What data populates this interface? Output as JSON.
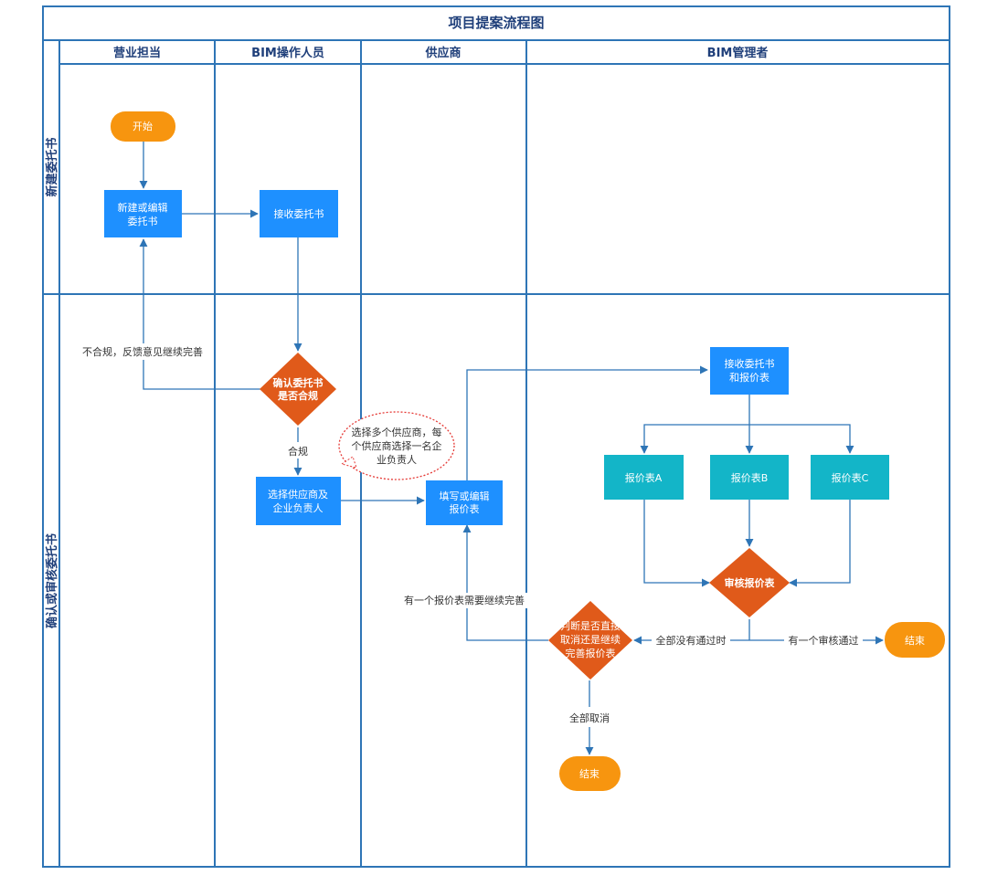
{
  "title": "项目提案流程图",
  "colors": {
    "border": "#2e75b6",
    "process": "#1e90ff",
    "report": "#13b5c8",
    "decision": "#e05a1a",
    "terminal": "#f7950f",
    "line": "#2e75b6"
  },
  "lanes": {
    "sales": "营业担当",
    "operator": "BIM操作人员",
    "supplier": "供应商",
    "manager": "BIM管理者"
  },
  "phases": {
    "new": "新建委托书",
    "confirm": "确认或审核委托书"
  },
  "nodes": {
    "start": "开始",
    "create": [
      "新建或编辑",
      "委托书"
    ],
    "receive": "接收委托书",
    "check": [
      "确认委托书",
      "是否合规"
    ],
    "select": [
      "选择供应商及",
      "企业负责人"
    ],
    "fill": [
      "填写或编辑",
      "报价表"
    ],
    "receive2": [
      "接收委托书",
      "和报价表"
    ],
    "quoteA": "报价表A",
    "quoteB": "报价表B",
    "quoteC": "报价表C",
    "review": "审核报价表",
    "judge": [
      "判断是否直接",
      "取消还是继续",
      "完善报价表"
    ],
    "end1": "结束",
    "end2": "结束"
  },
  "edge_labels": {
    "noncompliant": "不合规，反馈意见继续完善",
    "compliant": "合规",
    "one_needs": "有一个报价表需要继续完善",
    "none_pass": "全部没有通过时",
    "one_pass": "有一个审核通过",
    "cancel_all": "全部取消"
  },
  "note": [
    "选择多个供应商，每",
    "个供应商选择一名企",
    "业负责人"
  ]
}
